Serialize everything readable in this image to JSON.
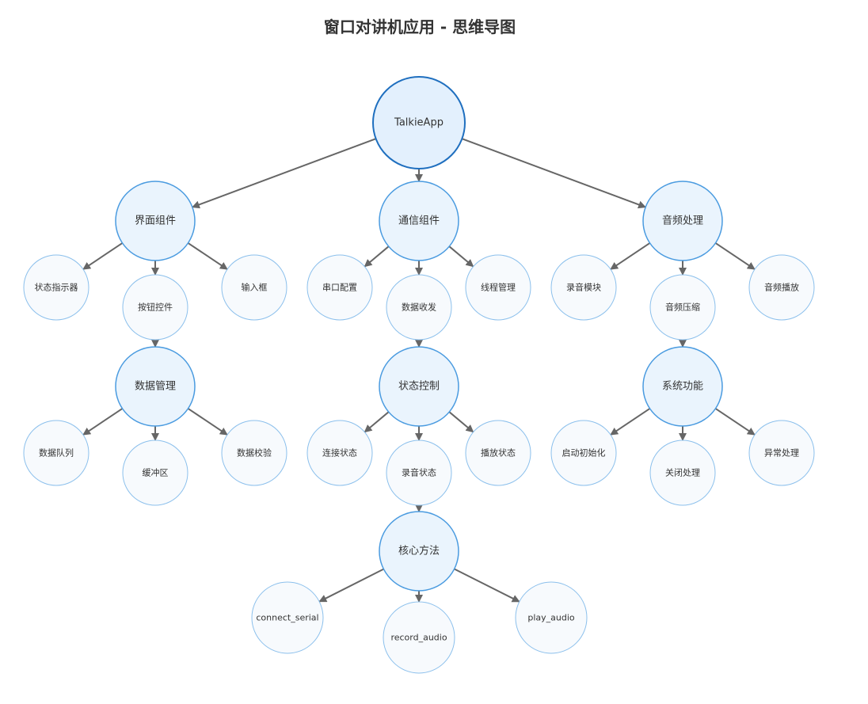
{
  "title": "窗口对讲机应用 - 思维导图",
  "colors": {
    "root_fill": "#e3f0fd",
    "root_stroke": "#1f6fbf",
    "category_fill": "#eaf4fd",
    "category_stroke": "#4a9be0",
    "leaf_fill": "#f7fafd",
    "leaf_stroke": "#8cc0ec",
    "edge": "#666666"
  },
  "nodes": [
    {
      "id": "root",
      "label": "TalkieApp",
      "level": "root"
    },
    {
      "id": "ui",
      "label": "界面组件",
      "level": "category"
    },
    {
      "id": "comm",
      "label": "通信组件",
      "level": "category"
    },
    {
      "id": "audio",
      "label": "音频处理",
      "level": "category"
    },
    {
      "id": "ui_status",
      "label": "状态指示器",
      "level": "leaf"
    },
    {
      "id": "ui_btn",
      "label": "按钮控件",
      "level": "leaf"
    },
    {
      "id": "ui_input",
      "label": "输入框",
      "level": "leaf"
    },
    {
      "id": "comm_serial",
      "label": "串口配置",
      "level": "leaf"
    },
    {
      "id": "comm_data",
      "label": "数据收发",
      "level": "leaf"
    },
    {
      "id": "comm_thread",
      "label": "线程管理",
      "level": "leaf"
    },
    {
      "id": "audio_rec",
      "label": "录音模块",
      "level": "leaf"
    },
    {
      "id": "audio_comp",
      "label": "音频压缩",
      "level": "leaf"
    },
    {
      "id": "audio_play",
      "label": "音频播放",
      "level": "leaf"
    },
    {
      "id": "data_mgmt",
      "label": "数据管理",
      "level": "category"
    },
    {
      "id": "state_ctrl",
      "label": "状态控制",
      "level": "category"
    },
    {
      "id": "sys_func",
      "label": "系统功能",
      "level": "category"
    },
    {
      "id": "dm_queue",
      "label": "数据队列",
      "level": "leaf"
    },
    {
      "id": "dm_buffer",
      "label": "缓冲区",
      "level": "leaf"
    },
    {
      "id": "dm_check",
      "label": "数据校验",
      "level": "leaf"
    },
    {
      "id": "sc_conn",
      "label": "连接状态",
      "level": "leaf"
    },
    {
      "id": "sc_rec",
      "label": "录音状态",
      "level": "leaf"
    },
    {
      "id": "sc_play",
      "label": "播放状态",
      "level": "leaf"
    },
    {
      "id": "sf_init",
      "label": "启动初始化",
      "level": "leaf"
    },
    {
      "id": "sf_close",
      "label": "关闭处理",
      "level": "leaf"
    },
    {
      "id": "sf_err",
      "label": "异常处理",
      "level": "leaf"
    },
    {
      "id": "core",
      "label": "核心方法",
      "level": "category"
    },
    {
      "id": "m_connect",
      "label": "connect_serial",
      "level": "leaf"
    },
    {
      "id": "m_record",
      "label": "record_audio",
      "level": "leaf"
    },
    {
      "id": "m_play",
      "label": "play_audio",
      "level": "leaf"
    }
  ],
  "edges": [
    {
      "from": "root",
      "to": "ui"
    },
    {
      "from": "root",
      "to": "comm"
    },
    {
      "from": "root",
      "to": "audio"
    },
    {
      "from": "ui",
      "to": "ui_status"
    },
    {
      "from": "ui",
      "to": "ui_btn"
    },
    {
      "from": "ui",
      "to": "ui_input"
    },
    {
      "from": "comm",
      "to": "comm_serial"
    },
    {
      "from": "comm",
      "to": "comm_data"
    },
    {
      "from": "comm",
      "to": "comm_thread"
    },
    {
      "from": "audio",
      "to": "audio_rec"
    },
    {
      "from": "audio",
      "to": "audio_comp"
    },
    {
      "from": "audio",
      "to": "audio_play"
    },
    {
      "from": "ui_btn",
      "to": "data_mgmt"
    },
    {
      "from": "comm_data",
      "to": "state_ctrl"
    },
    {
      "from": "audio_comp",
      "to": "sys_func"
    },
    {
      "from": "data_mgmt",
      "to": "dm_queue"
    },
    {
      "from": "data_mgmt",
      "to": "dm_buffer"
    },
    {
      "from": "data_mgmt",
      "to": "dm_check"
    },
    {
      "from": "state_ctrl",
      "to": "sc_conn"
    },
    {
      "from": "state_ctrl",
      "to": "sc_rec"
    },
    {
      "from": "state_ctrl",
      "to": "sc_play"
    },
    {
      "from": "sys_func",
      "to": "sf_init"
    },
    {
      "from": "sys_func",
      "to": "sf_close"
    },
    {
      "from": "sys_func",
      "to": "sf_err"
    },
    {
      "from": "sc_rec",
      "to": "core"
    },
    {
      "from": "core",
      "to": "m_connect"
    },
    {
      "from": "core",
      "to": "m_record"
    },
    {
      "from": "core",
      "to": "m_play"
    }
  ]
}
